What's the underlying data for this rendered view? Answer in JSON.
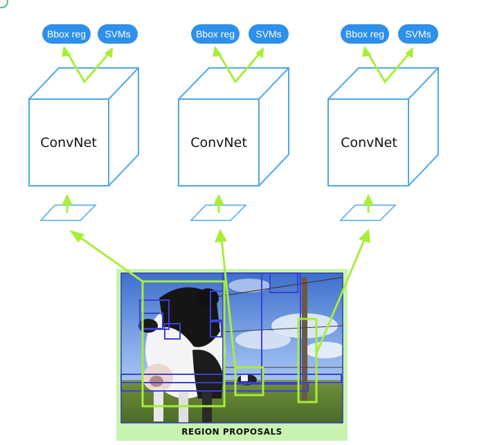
{
  "pipelines": [
    {
      "model_label": "ConvNet",
      "outputs": [
        "Bbox reg",
        "SVMs"
      ]
    },
    {
      "model_label": "ConvNet",
      "outputs": [
        "Bbox reg",
        "SVMs"
      ]
    },
    {
      "model_label": "ConvNet",
      "outputs": [
        "Bbox reg",
        "SVMs"
      ]
    }
  ],
  "input_image": {
    "caption": "REGION PROPOSALS",
    "subject": "cow in grass field with fence post"
  },
  "colors": {
    "outline_blue": "#4aa8e8",
    "pill_blue": "#2d90ea",
    "arrow_green": "#a8ee38",
    "proposal_blue": "#3b3fd6",
    "caption_bg": "#c8f3b0",
    "sky": "#5f8fd8",
    "grass": "#5a7a32"
  }
}
